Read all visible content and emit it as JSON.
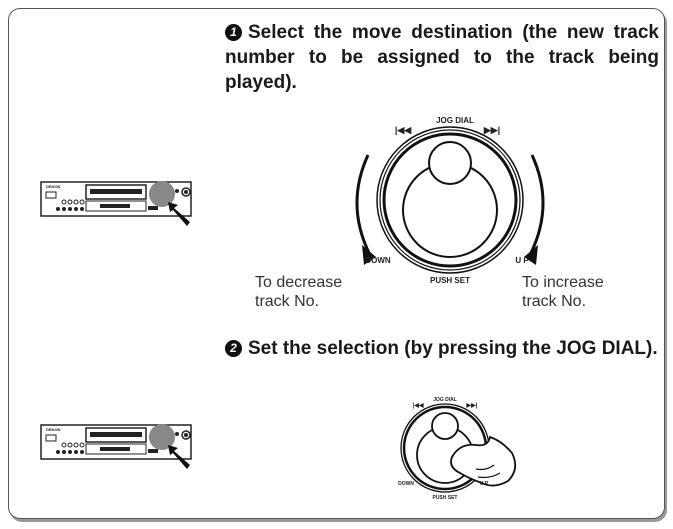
{
  "step1": {
    "number": "1",
    "text": "Select the move destination (the new track number to be assigned to the track being played)."
  },
  "step2": {
    "number": "2",
    "text": "Set the selection (by pressing the JOG DIAL)."
  },
  "dial1": {
    "top_label": "JOG DIAL",
    "prev_symbol": "|◀◀",
    "next_symbol": "▶▶|",
    "left_label": "DOWN",
    "right_label": "U P",
    "bottom_label": "PUSH SET"
  },
  "dial2": {
    "top_label": "JOG DIAL",
    "prev_symbol": "|◀◀",
    "next_symbol": "▶▶|",
    "left_label": "DOWN",
    "right_label": "U P",
    "bottom_label": "PUSH SET"
  },
  "captions": {
    "decrease_line1": "To decrease",
    "decrease_line2": "track No.",
    "increase_line1": "To increase",
    "increase_line2": "track No."
  },
  "device": {
    "brand": "DENON"
  }
}
